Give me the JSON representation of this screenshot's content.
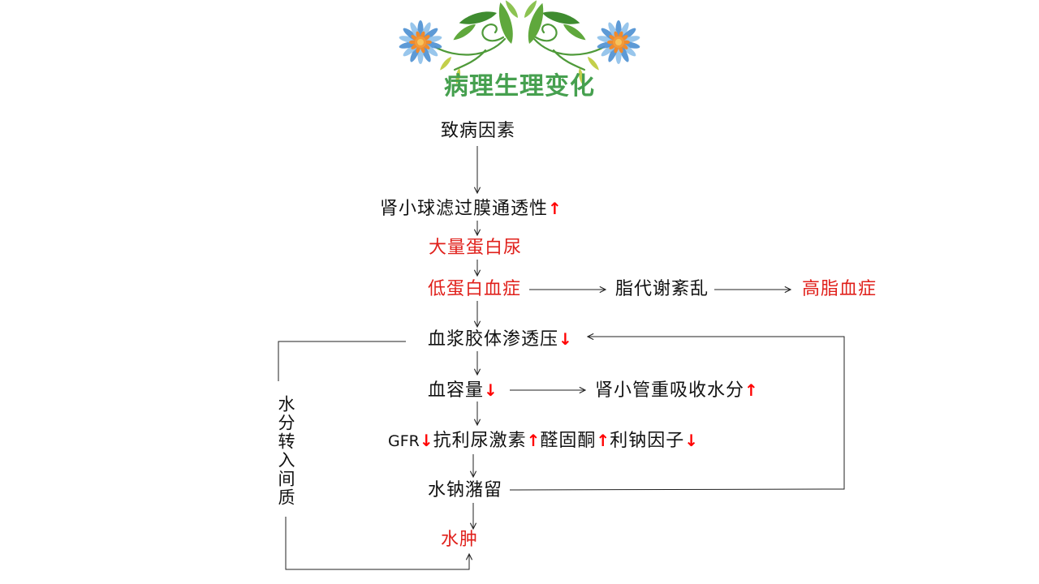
{
  "title": "病理生理变化",
  "colors": {
    "title": "#46a04f",
    "highlight_text": "#e0201b",
    "trend_arrow": "#ff0000",
    "text": "#111111",
    "connector": "#222222"
  },
  "nodes": {
    "cause": "致病因素",
    "permeability": {
      "label": "肾小球滤过膜通透性",
      "trend": "↑"
    },
    "proteinuria": "大量蛋白尿",
    "hypoalbuminemia": "低蛋白血症",
    "lipid_disorder": "脂代谢紊乱",
    "hyperlipidemia": "高脂血症",
    "oncotic_pressure": {
      "label": "血浆胶体渗透压",
      "trend": "↓"
    },
    "blood_volume": {
      "label": "血容量",
      "trend": "↓"
    },
    "tubular_reabsorption": {
      "label": "肾小管重吸收水分",
      "trend": "↑"
    },
    "hormones": [
      {
        "label": "GFR",
        "trend": "↓"
      },
      {
        "label": "抗利尿激素",
        "trend": "↑"
      },
      {
        "label": "醛固酮",
        "trend": "↑"
      },
      {
        "label": "利钠因子",
        "trend": "↓"
      }
    ],
    "retention": "水钠潴留",
    "edema": "水肿"
  },
  "labels": {
    "interstitial_shift": "水分转入间质"
  }
}
